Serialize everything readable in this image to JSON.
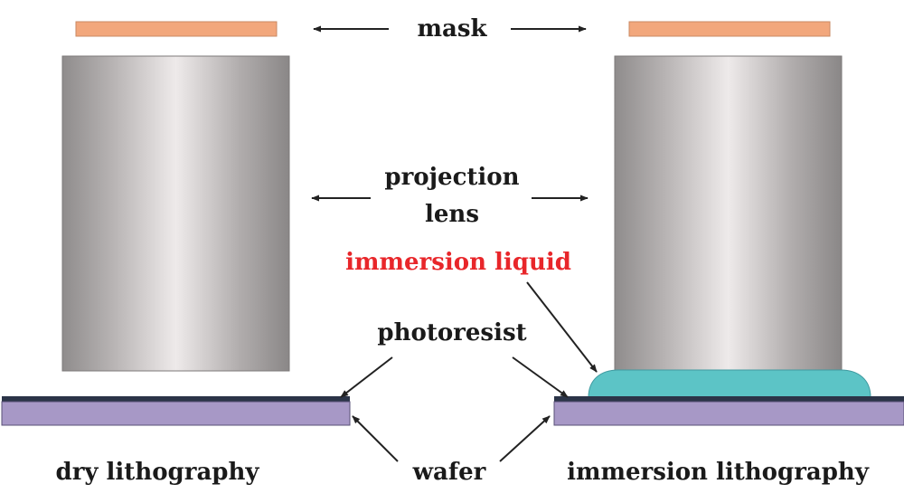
{
  "labels": {
    "mask": "mask",
    "projection_line1": "projection",
    "projection_line2": "lens",
    "immersion_liquid": "immersion liquid",
    "photoresist": "photoresist",
    "wafer": "wafer",
    "dry_lithography": "dry lithography",
    "immersion_lithography": "immersion lithography"
  },
  "colors": {
    "mask": "#f2a77c",
    "lens_edge": "#8f8c8c",
    "lens_highlight": "#eeeaea",
    "photoresist": "#2b3448",
    "wafer": "#a798c6",
    "immersion_liquid": "#5cc4c6",
    "label_accent": "#e8262a"
  }
}
